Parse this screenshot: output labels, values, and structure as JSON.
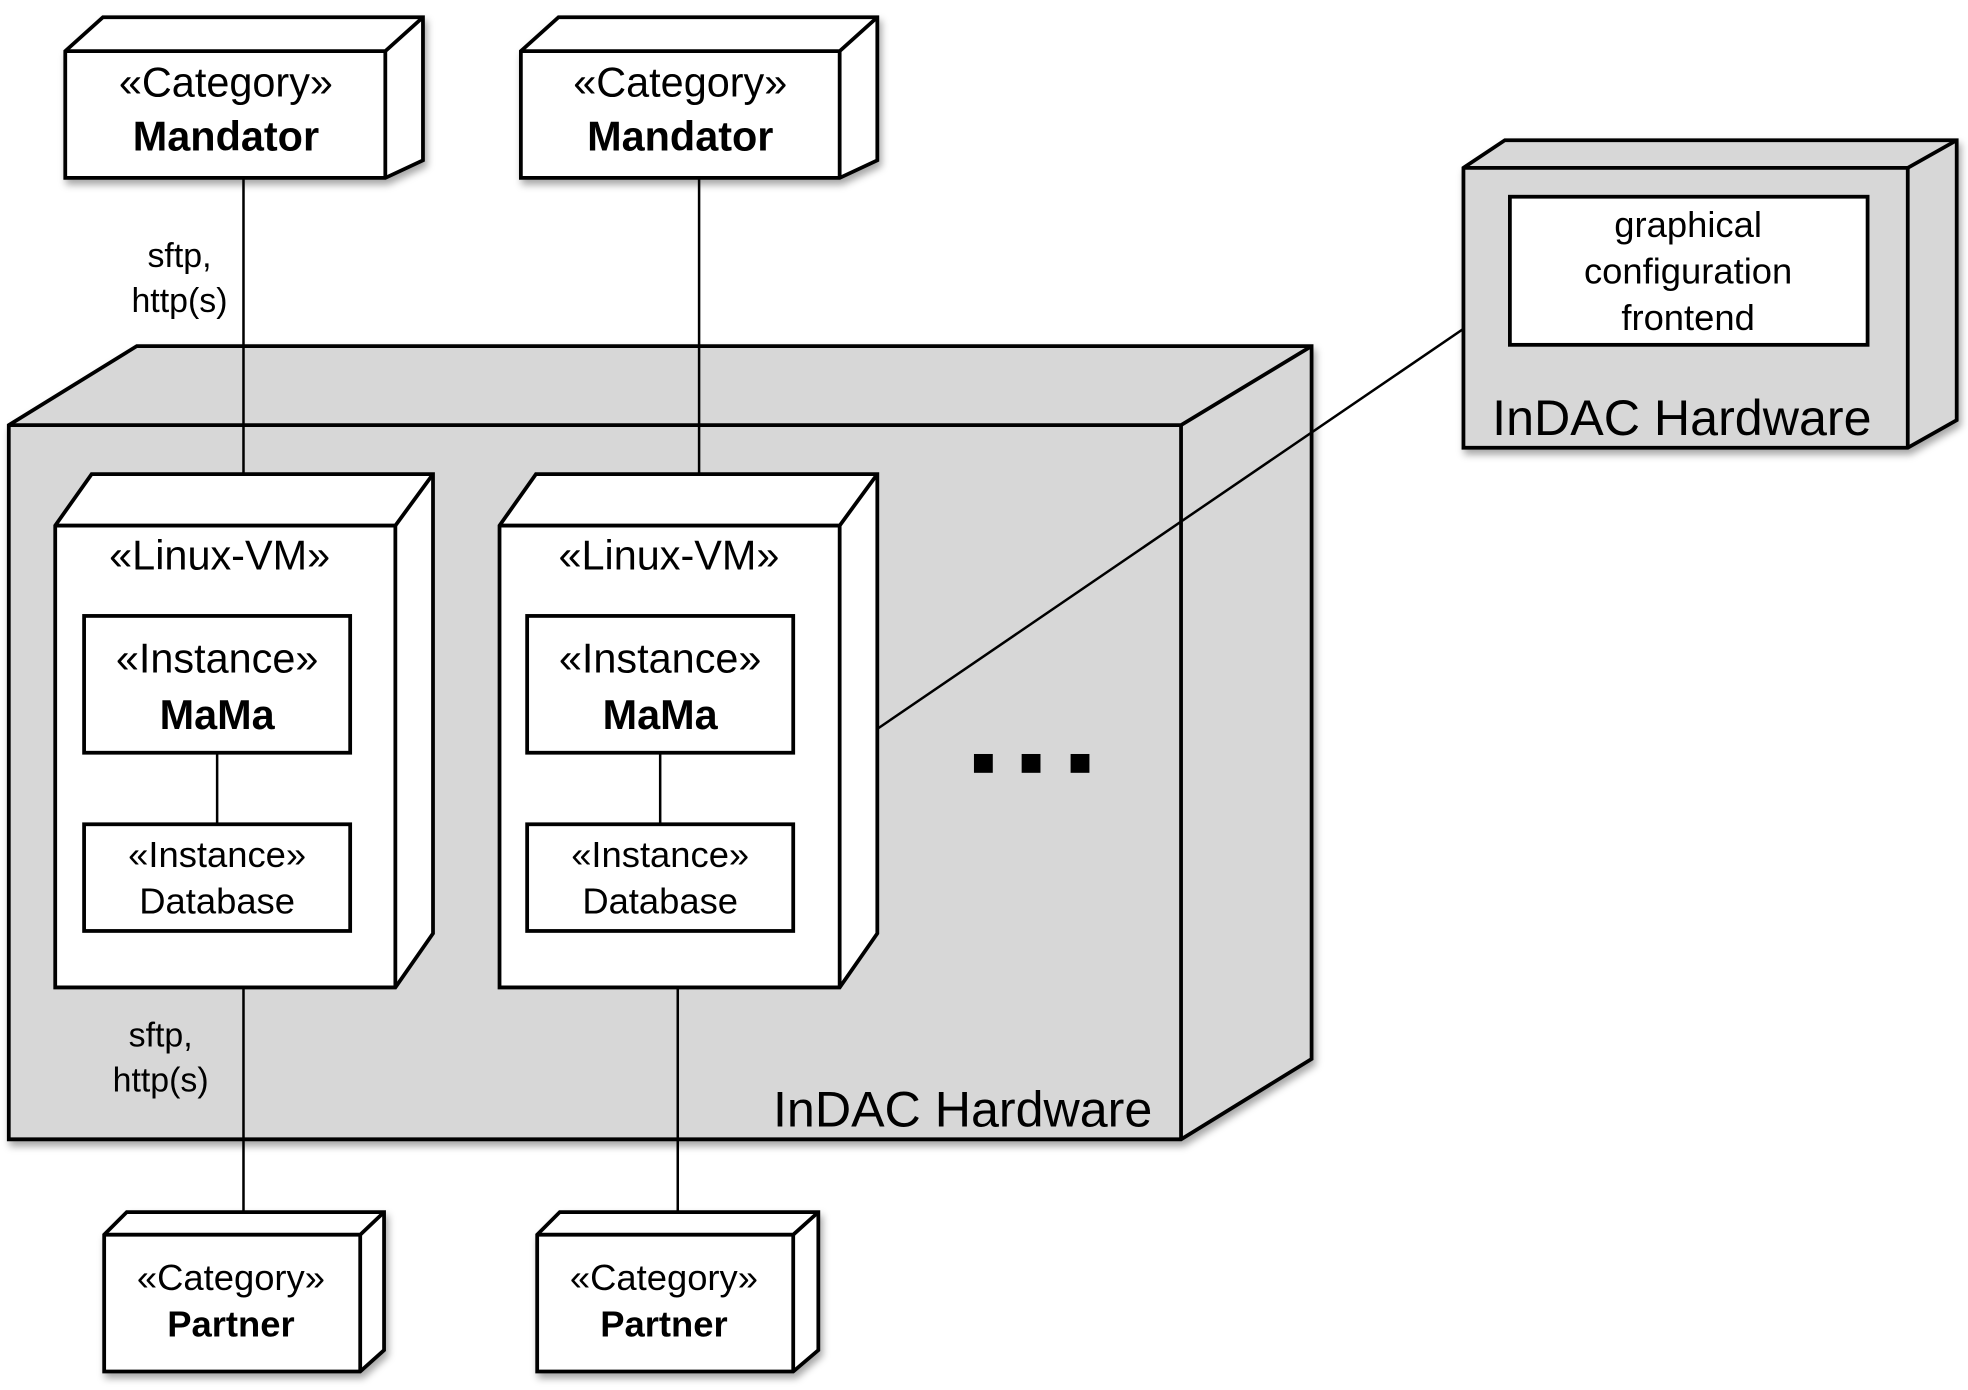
{
  "diagram": {
    "type": "UML deployment diagram",
    "mandators": [
      {
        "stereotype": "«Category»",
        "name": "Mandator"
      },
      {
        "stereotype": "«Category»",
        "name": "Mandator"
      }
    ],
    "partners": [
      {
        "stereotype": "«Category»",
        "name": "Partner"
      },
      {
        "stereotype": "«Category»",
        "name": "Partner"
      }
    ],
    "hardware_main": {
      "label": "InDAC Hardware"
    },
    "hardware_frontend": {
      "label": "InDAC Hardware",
      "component": [
        "graphical",
        "configuration",
        "frontend"
      ]
    },
    "vms": [
      {
        "stereotype": "«Linux-VM»",
        "app": {
          "stereotype": "«Instance»",
          "name": "MaMa"
        },
        "db": {
          "stereotype": "«Instance»",
          "name": "Database"
        }
      },
      {
        "stereotype": "«Linux-VM»",
        "app": {
          "stereotype": "«Instance»",
          "name": "MaMa"
        },
        "db": {
          "stereotype": "«Instance»",
          "name": "Database"
        }
      }
    ],
    "connections": {
      "top_label": [
        "sftp,",
        "http(s)"
      ],
      "bottom_label": [
        "sftp,",
        "http(s)"
      ]
    },
    "ellipsis": "more VMs"
  }
}
